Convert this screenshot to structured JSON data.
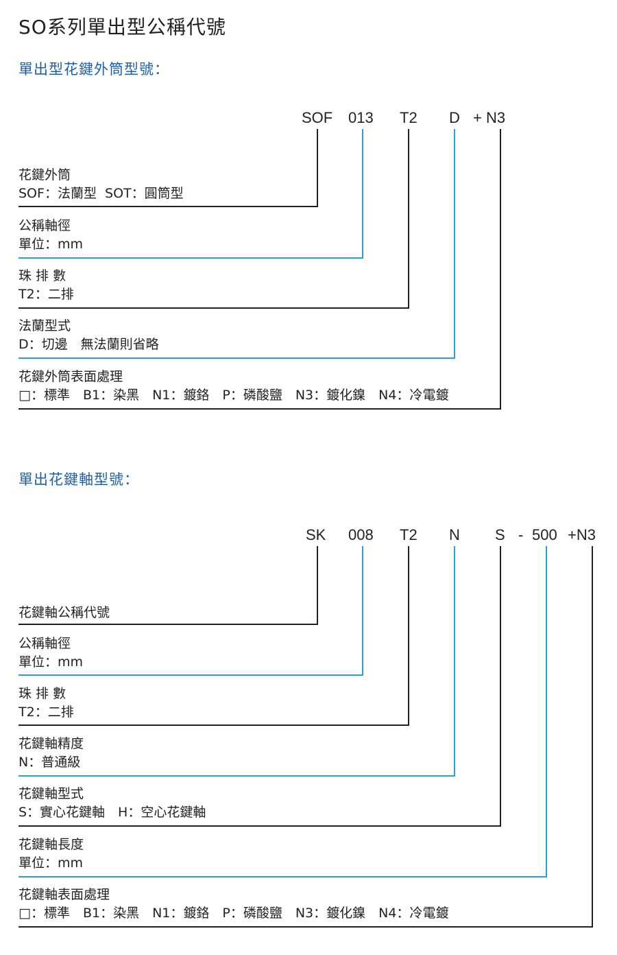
{
  "page_title": "SO系列單出型公稱代號",
  "colors": {
    "text": "#231f20",
    "heading_blue": "#1f5fa8",
    "line_dark": "#231f20",
    "line_blue": "#2b9fd3"
  },
  "sections": [
    {
      "title": "單出型花鍵外筒型號：",
      "code_parts": [
        "SOF",
        "013",
        "T2",
        "D",
        "+ N3"
      ],
      "rows": [
        {
          "label": "花鍵外筒",
          "detail": "SOF：法蘭型  SOT：圓筒型"
        },
        {
          "label": "公稱軸徑",
          "detail": "單位：mm"
        },
        {
          "label": "珠 排 數",
          "detail": "T2：二排"
        },
        {
          "label": "法蘭型式",
          "detail": "D：切邊　無法蘭則省略"
        },
        {
          "label": "花鍵外筒表面處理",
          "detail": "□：標準　B1：染黑　N1：鍍鉻　P：磷酸鹽　N3：鍍化鎳　N4：冷電鍍"
        }
      ]
    },
    {
      "title": "單出花鍵軸型號：",
      "code_parts": [
        "SK",
        "008",
        "T2",
        "N",
        "S",
        "-",
        "500",
        "+N3"
      ],
      "rows": [
        {
          "label": "花鍵軸公稱代號"
        },
        {
          "label": "公稱軸徑",
          "detail": "單位：mm"
        },
        {
          "label": "珠 排 數",
          "detail": "T2：二排"
        },
        {
          "label": "花鍵軸精度",
          "detail": "N：普通級"
        },
        {
          "label": "花鍵軸型式",
          "detail": "S：實心花鍵軸　H：空心花鍵軸"
        },
        {
          "label": "花鍵軸長度",
          "detail": "單位：mm"
        },
        {
          "label": "花鍵軸表面處理",
          "detail": "□：標準　B1：染黑　N1：鍍鉻　P：磷酸鹽　N3：鍍化鎳　N4：冷電鍍"
        }
      ]
    }
  ]
}
